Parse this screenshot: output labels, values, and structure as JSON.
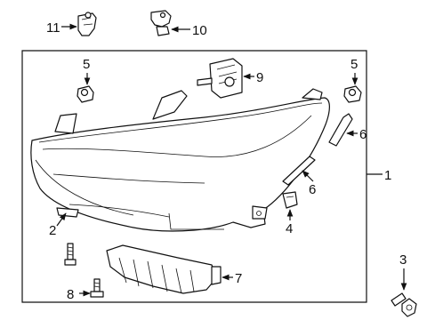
{
  "diagram": {
    "callouts": {
      "p1": "1",
      "p2": "2",
      "p3": "3",
      "p4": "4",
      "p5a": "5",
      "p5b": "5",
      "p6a": "6",
      "p6b": "6",
      "p7": "7",
      "p8": "8",
      "p9": "9",
      "p10": "10",
      "p11": "11"
    }
  }
}
